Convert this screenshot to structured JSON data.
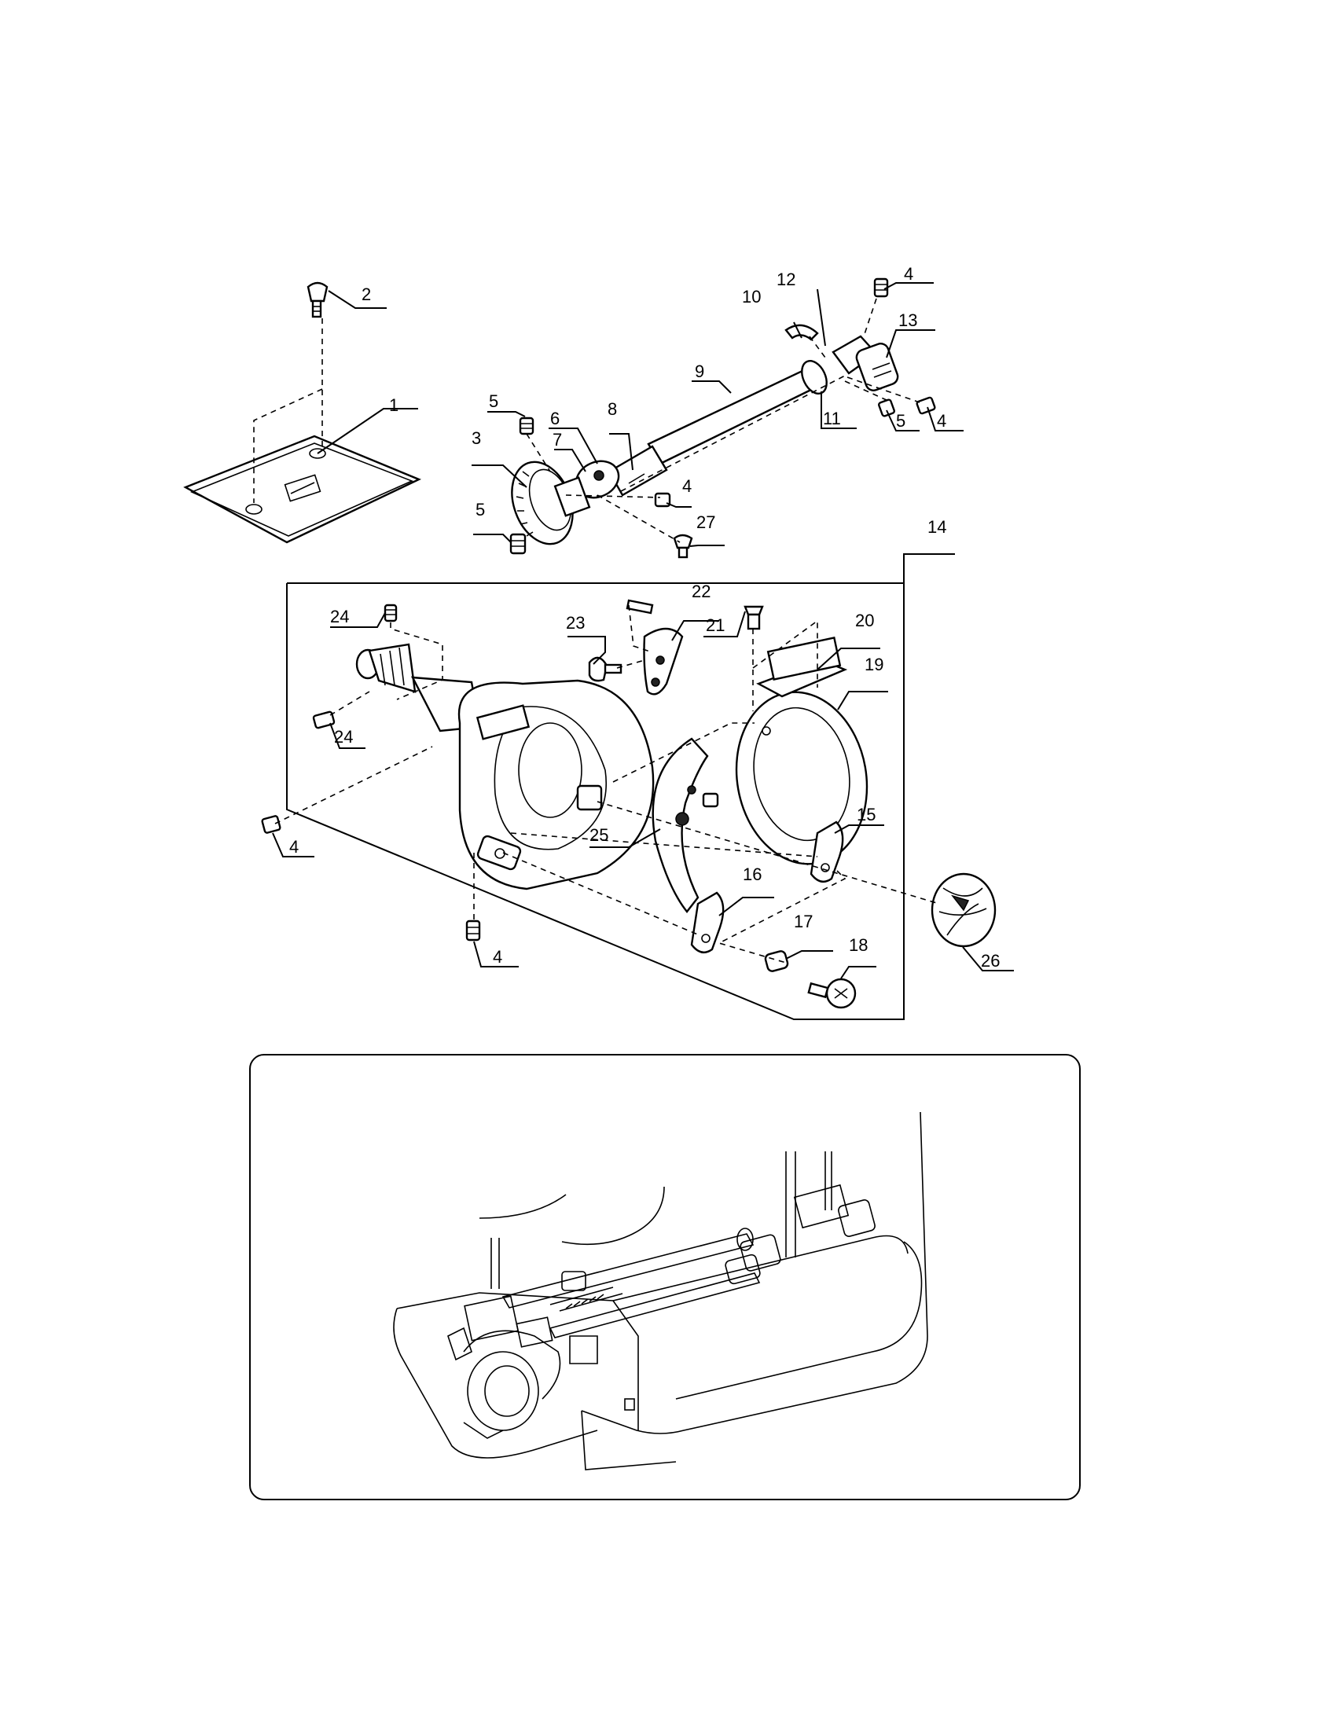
{
  "diagram": {
    "callouts": [
      {
        "id": "c2",
        "text": "2"
      },
      {
        "id": "c1",
        "text": "1"
      },
      {
        "id": "c10",
        "text": "10"
      },
      {
        "id": "c12",
        "text": "12"
      },
      {
        "id": "c4a",
        "text": "4"
      },
      {
        "id": "c13",
        "text": "13"
      },
      {
        "id": "c9",
        "text": "9"
      },
      {
        "id": "c11",
        "text": "11"
      },
      {
        "id": "c5a",
        "text": "5"
      },
      {
        "id": "c4b",
        "text": "4"
      },
      {
        "id": "c5b",
        "text": "5"
      },
      {
        "id": "c6",
        "text": "6"
      },
      {
        "id": "c8",
        "text": "8"
      },
      {
        "id": "c3",
        "text": "3"
      },
      {
        "id": "c7",
        "text": "7"
      },
      {
        "id": "c4c",
        "text": "4"
      },
      {
        "id": "c5c",
        "text": "5"
      },
      {
        "id": "c27",
        "text": "27"
      },
      {
        "id": "c14",
        "text": "14"
      },
      {
        "id": "c24a",
        "text": "24"
      },
      {
        "id": "c22",
        "text": "22"
      },
      {
        "id": "c23",
        "text": "23"
      },
      {
        "id": "c21",
        "text": "21"
      },
      {
        "id": "c20",
        "text": "20"
      },
      {
        "id": "c19",
        "text": "19"
      },
      {
        "id": "c24b",
        "text": "24"
      },
      {
        "id": "c25",
        "text": "25"
      },
      {
        "id": "c15",
        "text": "15"
      },
      {
        "id": "c4d",
        "text": "4"
      },
      {
        "id": "c16",
        "text": "16"
      },
      {
        "id": "c26",
        "text": "26"
      },
      {
        "id": "c17",
        "text": "17"
      },
      {
        "id": "c18",
        "text": "18"
      },
      {
        "id": "c4e",
        "text": "4"
      }
    ]
  }
}
